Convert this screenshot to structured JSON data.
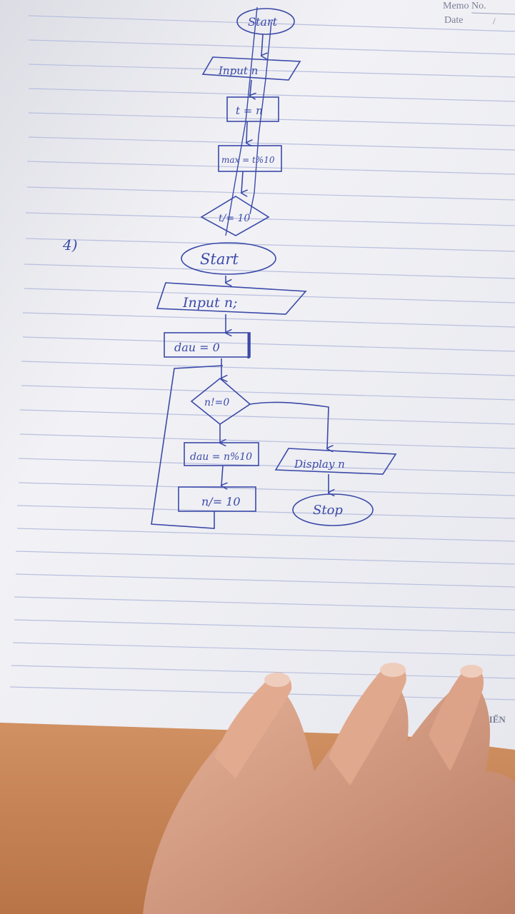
{
  "header": {
    "memo_label": "Memo No.",
    "date_label": "Date",
    "date_slash": "/"
  },
  "section_label": "4)",
  "brand_partial": "TIẾN",
  "top_flowchart": {
    "start": "Start",
    "input": "Input n",
    "assign": "t = n",
    "max": "max = t%10",
    "condition": "t/= 10"
  },
  "main_flowchart": {
    "start": "Start",
    "input": "Input n;",
    "init": "dau = 0",
    "condition": "n!=0",
    "assign_digit": "dau = n%10",
    "divide": "n/= 10",
    "display": "Display n",
    "stop": "Stop"
  },
  "colors": {
    "ink": "#3b4aa8",
    "paper": "#f3f3f6",
    "rule_line": "#b9bfdd",
    "desk": "#c9895a",
    "skin": "#d9a087"
  }
}
